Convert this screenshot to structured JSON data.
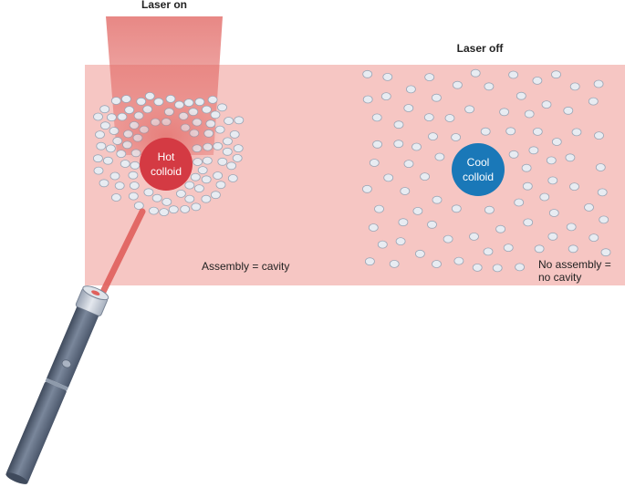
{
  "labels": {
    "laser_on": "Laser on",
    "laser_off": "Laser off",
    "hot_colloid_line1": "Hot",
    "hot_colloid_line2": "colloid",
    "cool_colloid_line1": "Cool",
    "cool_colloid_line2": "colloid",
    "assembly": "Assembly = cavity",
    "no_assembly_line1": "No assembly =",
    "no_assembly_line2": "no cavity"
  },
  "colors": {
    "medium": "#f6c6c3",
    "laser_beam": "#e0605c",
    "hot_colloid": "#d43a43",
    "cool_colloid": "#1a78b8",
    "particle_fill": "#e8ecf2",
    "particle_stroke": "#9aa6b6",
    "pointer_body": "#5c6a80"
  },
  "icons": {
    "laser_pointer": "laser-pointer-icon"
  }
}
